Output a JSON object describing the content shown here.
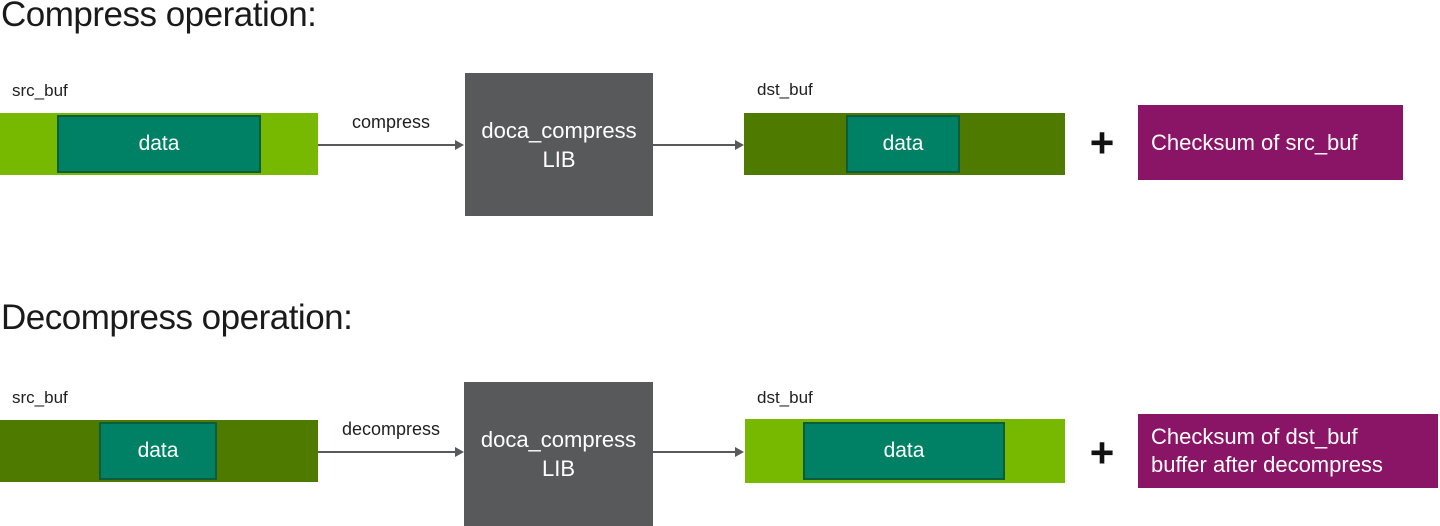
{
  "colors": {
    "light_green": "#76B900",
    "dark_green": "#4E7A00",
    "teal": "#008064",
    "teal_border": "#0d5c3a",
    "gray": "#58595B",
    "magenta": "#8A1465",
    "arrow": "#58595B",
    "text_dark": "#1A1A1A",
    "text_light": "#FFFFFF"
  },
  "sections": [
    {
      "title": "Compress operation:",
      "src_buf_label": "src_buf",
      "src_data_label": "data",
      "arrow_label": "compress",
      "lib_label": "doca_compress\nLIB",
      "dst_buf_label": "dst_buf",
      "dst_data_label": "data",
      "plus_sign": "+",
      "checksum_label": "Checksum of src_buf"
    },
    {
      "title": "Decompress operation:",
      "src_buf_label": "src_buf",
      "src_data_label": "data",
      "arrow_label": "decompress",
      "lib_label": "doca_compress\nLIB",
      "dst_buf_label": "dst_buf",
      "dst_data_label": "data",
      "plus_sign": "+",
      "checksum_label": "Checksum of dst_buf\nbuffer after decompress"
    }
  ]
}
